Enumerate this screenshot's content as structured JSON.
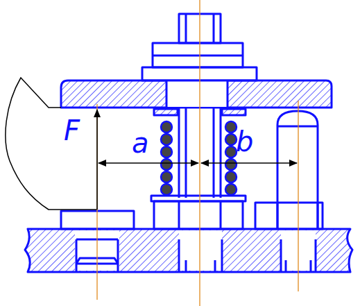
{
  "diagram": {
    "labels": [
      "F",
      "a",
      "b"
    ]
  }
}
